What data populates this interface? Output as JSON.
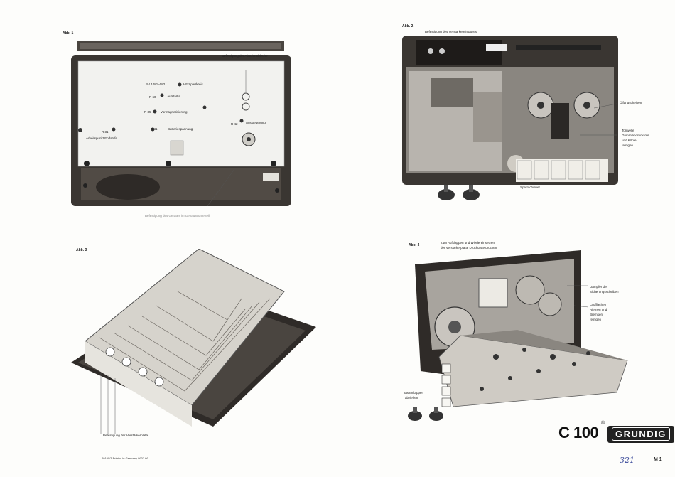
{
  "fig1": {
    "label": "Abb. 1",
    "callouts": {
      "top_right": "Befestigung der Abschirmbleche",
      "bottom": "Befestigung des Gerätes im Gehäuseunterteil",
      "bv": "BV 1081–082",
      "hf": "HF Sperrkreis",
      "r60": "R 60",
      "lautstaerke": "Lautstärke",
      "r35": "R 35",
      "vormagnet": "Vormagnetisierung",
      "r41": "R 41",
      "batterie": "Batteriespannung",
      "r31": "R 31",
      "arbeitspunkt": "Arbeitspunkt Endstufe",
      "r42": "R 42",
      "aussteuerung": "Aussteuerung"
    }
  },
  "fig2": {
    "label": "Abb. 2",
    "callouts": {
      "top": "Befestigung des Verstärkereinsatzes",
      "oelfangscheiben": "Ölfangscheiben",
      "tonwelle_1": "Tonwelle",
      "tonwelle_2": "Gummiandruckrolle",
      "tonwelle_3": "und Köpfe",
      "tonwelle_4": "reinigen",
      "sperrschieber": "Sperrschieber"
    }
  },
  "fig3": {
    "label": "Abb. 3",
    "callouts": {
      "bottom": "Befestigung der Verstärkerplatte"
    }
  },
  "fig4": {
    "label": "Abb. 4",
    "callouts": {
      "top_1": "Zum Aufklappen und Wiedereinsetzen",
      "top_2": "der Verstärkerplatte Drucktaste drücken",
      "daempfer_1": "Dämpfer der",
      "daempfer_2": "Sicherungsscheiben",
      "laufflaechen_1": "Laufflächen",
      "laufflaechen_2": "Riemen und",
      "laufflaechen_3": "Bremsen",
      "laufflaechen_4": "reinigen",
      "tasten_1": "Tastenkappen",
      "tasten_2": "abziehen"
    }
  },
  "footer": {
    "left": "20190/3   Printed in Germany   0902.66",
    "model": "C 100",
    "registered": "®",
    "brand": "GRUNDIG",
    "handwritten": "321",
    "page": "M 1"
  },
  "colors": {
    "case_dark": "#3a3632",
    "panel_light": "#f2f2ef",
    "photo_mid": "#8a8680"
  }
}
